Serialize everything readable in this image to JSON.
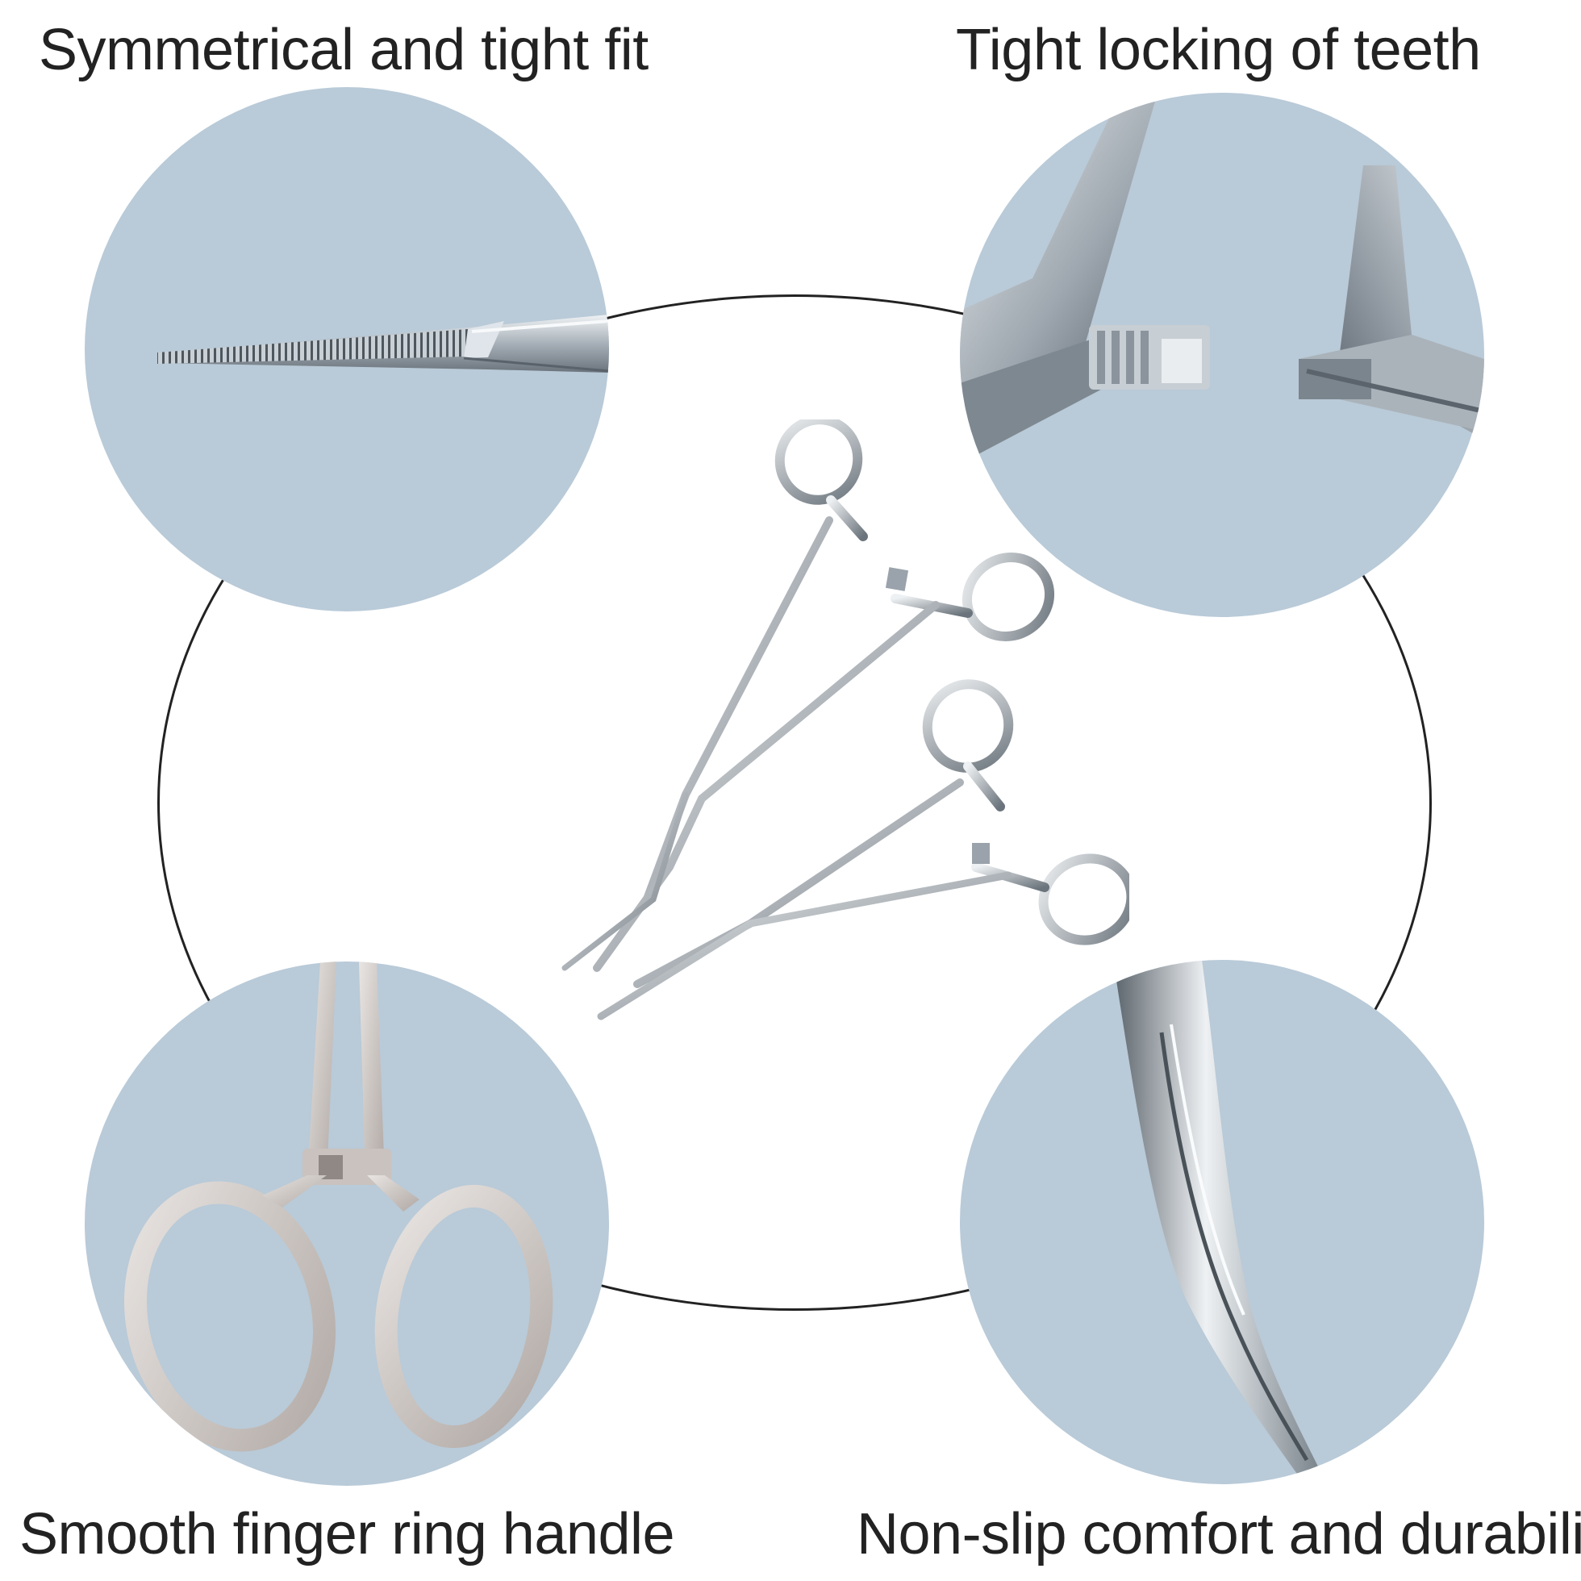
{
  "captions": {
    "top_left": "Symmetrical and tight fit",
    "top_right": "Tight locking of teeth",
    "bottom_left": "Smooth finger ring handle",
    "bottom_right": "Non-slip comfort and durability"
  },
  "colors": {
    "circle_bg": "#b9cad8",
    "steel_light": "#e6eaee",
    "steel_mid": "#a9b2ba",
    "steel_dark": "#5d666e",
    "text": "#222222",
    "ring_outline": "#222222"
  },
  "icons": {
    "top_left": "straight-serrated-jaw-closeup",
    "top_right": "ratchet-lock-teeth-closeup",
    "bottom_left": "finger-ring-handle-closeup",
    "bottom_right": "curved-jaw-closeup",
    "center": "hemostatic-forceps-pair"
  }
}
